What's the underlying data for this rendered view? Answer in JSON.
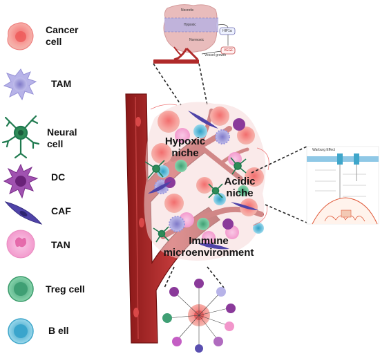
{
  "legend": {
    "items": [
      {
        "label": "Cancer cell"
      },
      {
        "label": "TAM"
      },
      {
        "label": "Neural cell"
      },
      {
        "label": "DC"
      },
      {
        "label": "CAF"
      },
      {
        "label": "TAN"
      },
      {
        "label": "Treg cell"
      },
      {
        "label": "B ell"
      }
    ]
  },
  "niches": {
    "hypoxic": "Hypoxic niche",
    "acidic": "Acidic niche",
    "immune": "Immune microenvironment"
  },
  "hypoxia_inset": {
    "necrotic": "Necrotic",
    "hypoxic": "Hypoxic",
    "normoxic": "Normoxic",
    "hif": "HIF1α",
    "vegf": "VEGF",
    "vessel_growth": "Vessel growth"
  },
  "warburg_inset": {
    "title": "Warburg Effect"
  },
  "colors": {
    "vessel": "#b02a2a",
    "vessel_dark": "#7a1010",
    "cancer": "#f08080",
    "tam": "#9e9ad8",
    "neural": "#2e8b57",
    "dc": "#8a3a9a",
    "caf": "#4a3f9a",
    "tan": "#f5b0d8",
    "treg": "#5cbf8a",
    "bcell": "#6ec6e0"
  }
}
